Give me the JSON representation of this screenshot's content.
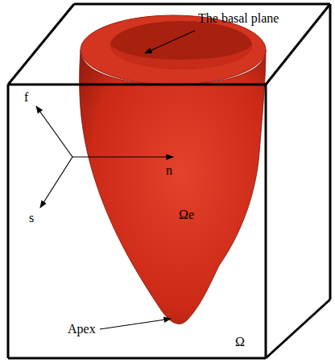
{
  "diagram": {
    "labels": [
      "The basal plane",
      "f",
      "n",
      "s",
      "Ωe",
      "Apex",
      "Ω"
    ]
  }
}
